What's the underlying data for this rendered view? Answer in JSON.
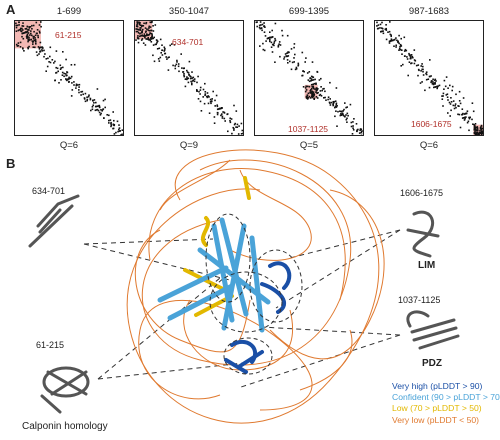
{
  "panel_a": {
    "label": "A",
    "maps": [
      {
        "title": "1-699",
        "q": "Q=6",
        "region": "61-215",
        "highlight_corner": "top-left",
        "highlight_size": 0.24
      },
      {
        "title": "350-1047",
        "q": "Q=9",
        "region": "634-701",
        "highlight_corner": "top-left",
        "highlight_size": 0.16
      },
      {
        "title": "699-1395",
        "q": "Q=5",
        "region": "1037-1125",
        "highlight_corner": "center",
        "highlight_size": 0.12
      },
      {
        "title": "987-1683",
        "q": "Q=6",
        "region": "1606-1675",
        "highlight_corner": "bottom-right",
        "highlight_size": 0.09
      }
    ]
  },
  "panel_b": {
    "label": "B",
    "structures": [
      {
        "range": "634-701",
        "name": ""
      },
      {
        "range": "61-215",
        "name": "Calponin homology"
      },
      {
        "range": "1606-1675",
        "name": "LIM"
      },
      {
        "range": "1037-1125",
        "name": "PDZ"
      }
    ],
    "legend": [
      {
        "text": "Very high (pLDDT > 90)",
        "color": "#1a4fa6"
      },
      {
        "text": "Confident (90 > pLDDT > 70)",
        "color": "#4aa3d8"
      },
      {
        "text": "Low (70 > pLDDT > 50)",
        "color": "#e2b800"
      },
      {
        "text": "Very low (pLDDT < 50)",
        "color": "#e07a30"
      }
    ]
  },
  "colors": {
    "highlight": "#f3b8b4",
    "region_text": "#b0302a",
    "very_low": "#e07a30",
    "low": "#e2b800",
    "confident": "#4aa3d8",
    "very_high": "#1a4fa6"
  }
}
